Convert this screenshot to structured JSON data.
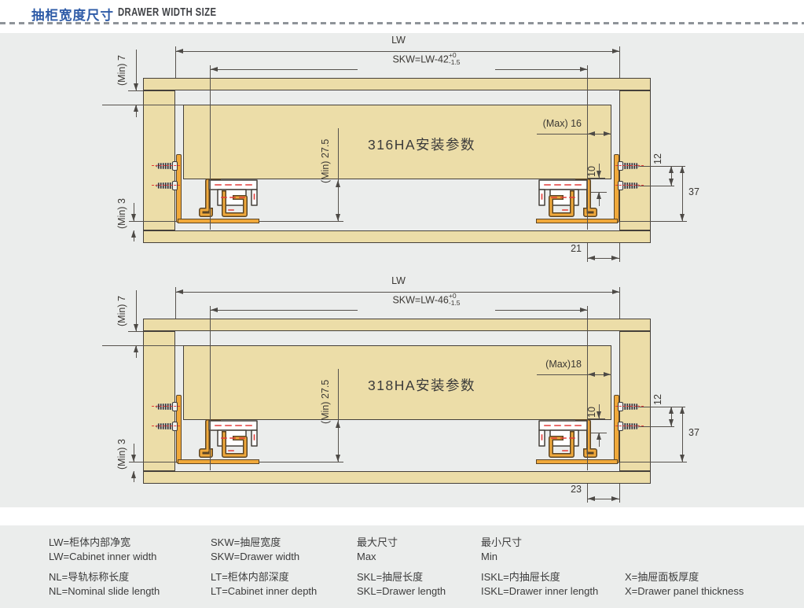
{
  "header": {
    "title_zh": "抽柜宽度尺寸",
    "title_en": "DRAWER WIDTH SIZE"
  },
  "diagram1": {
    "name": "316HA安装参数",
    "lw_label": "LW",
    "skw_base": "SKW=LW-42",
    "skw_sup": "+0",
    "skw_sub": "-1.5",
    "min7": "(Min) 7",
    "min27": "(Min) 27.5",
    "min3": "(Min) 3",
    "max": "(Max) 16",
    "d10": "10",
    "d12": "12",
    "d37": "37",
    "bottom_offset": "21"
  },
  "diagram2": {
    "name": "318HA安装参数",
    "lw_label": "LW",
    "skw_base": "SKW=LW-46",
    "skw_sup": "+0",
    "skw_sub": "-1.5",
    "min7": "(Min) 7",
    "min27": "(Min) 27.5",
    "min3": "(Min) 3",
    "max": "(Max)18",
    "d10": "10",
    "d12": "12",
    "d37": "37",
    "bottom_offset": "23"
  },
  "legend": {
    "items": [
      {
        "zh": "LW=柜体内部净宽",
        "en": "LW=Cabinet inner width"
      },
      {
        "zh": "SKW=抽屉宽度",
        "en": "SKW=Drawer width"
      },
      {
        "zh": "最大尺寸",
        "en": "Max"
      },
      {
        "zh": "最小尺寸",
        "en": "Min"
      },
      {
        "zh": "NL=导轨标称长度",
        "en": "NL=Nominal slide length"
      },
      {
        "zh": "LT=柜体内部深度",
        "en": "LT=Cabinet inner depth"
      },
      {
        "zh": "SKL=抽屉长度",
        "en": "SKL=Drawer length"
      },
      {
        "zh": "ISKL=内抽屉长度",
        "en": "ISKL=Drawer inner length"
      },
      {
        "zh": "X=抽屉面板厚度",
        "en": "X=Drawer panel thickness"
      }
    ]
  },
  "colors": {
    "accent_blue": "#2e5ba7",
    "wood_tan": "#ecdda8",
    "rail_orange": "#f0a93b",
    "marker_red": "#e23c38",
    "canvas_gray": "#ebedec"
  }
}
